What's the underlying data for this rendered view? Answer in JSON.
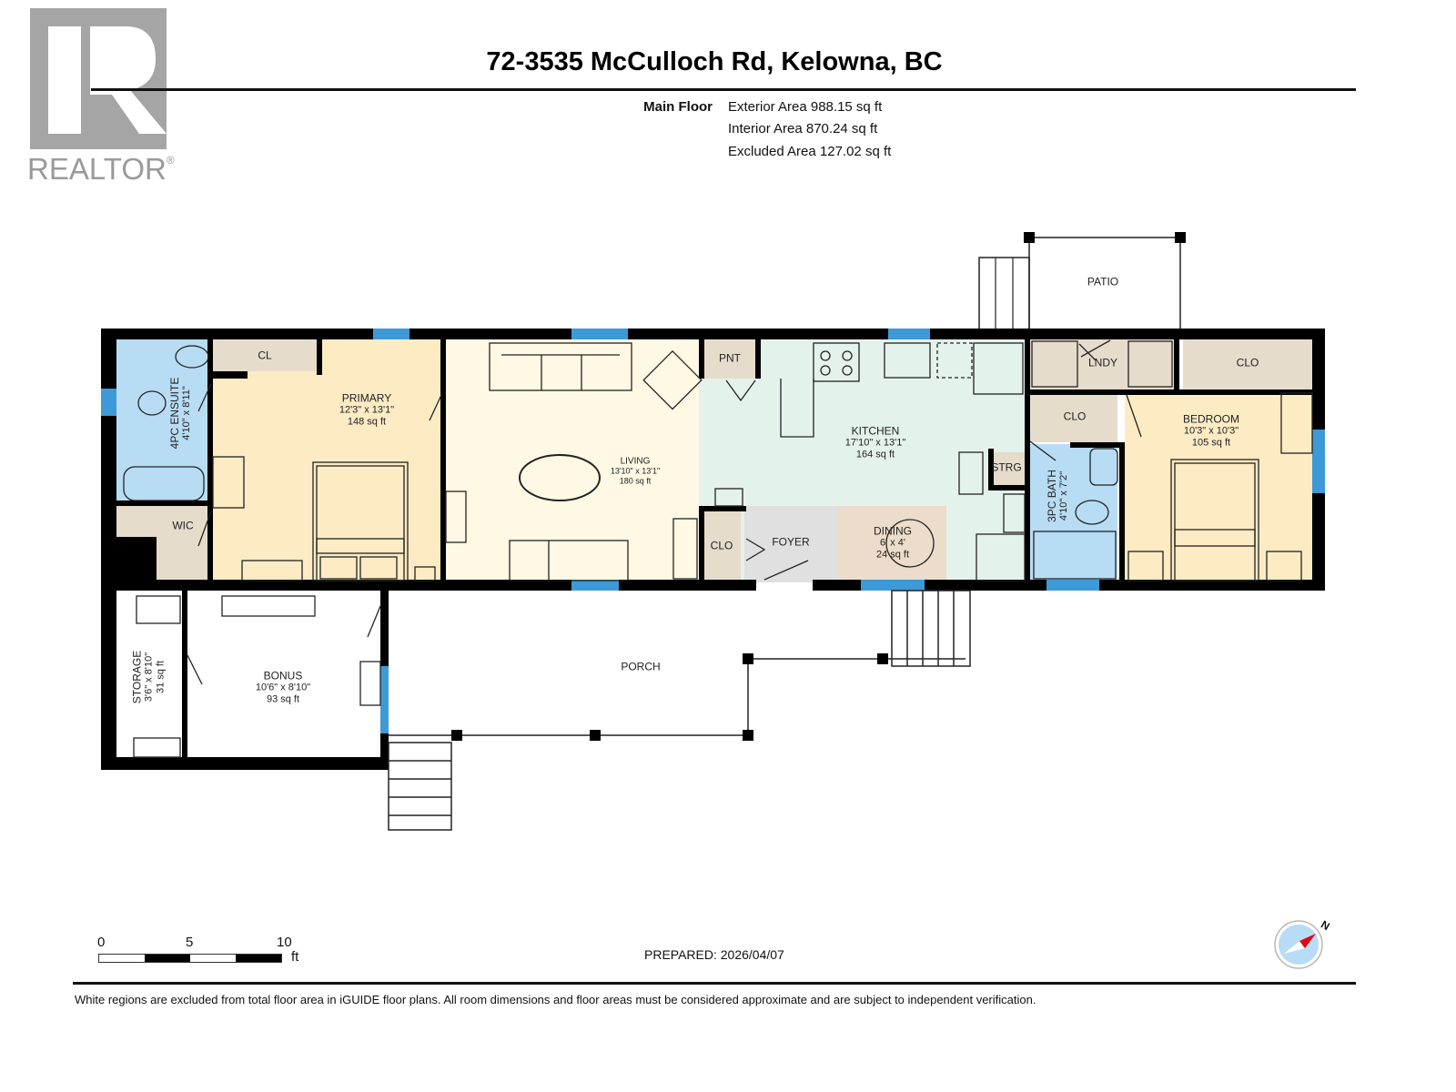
{
  "header": {
    "title": "72-3535 McCulloch Rd, Kelowna, BC",
    "floor_label": "Main Floor",
    "areas": [
      "Exterior Area 988.15 sq ft",
      "Interior Area 870.24 sq ft",
      "Excluded Area 127.02 sq ft"
    ]
  },
  "logo": {
    "text": "REALTOR",
    "mark": "®"
  },
  "rooms": {
    "ensuite": {
      "name": "4PC ENSUITE",
      "dims": "4'10\" x 8'11\""
    },
    "cl": {
      "name": "CL"
    },
    "primary": {
      "name": "PRIMARY",
      "dims": "12'3\" x 13'1\"",
      "area": "148 sq ft"
    },
    "wic": {
      "name": "WIC"
    },
    "living": {
      "name": "LIVING",
      "dims": "13'10\" x 13'1\"",
      "area": "180 sq ft"
    },
    "pnt": {
      "name": "PNT"
    },
    "kitchen": {
      "name": "KITCHEN",
      "dims": "17'10\" x 13'1\"",
      "area": "164 sq ft"
    },
    "strg": {
      "name": "STRG"
    },
    "clo_foyer": {
      "name": "CLO"
    },
    "foyer": {
      "name": "FOYER"
    },
    "dining": {
      "name": "DINING",
      "dims": "6' x 4'",
      "area": "24 sq ft"
    },
    "lndy": {
      "name": "LNDY"
    },
    "clo_hall": {
      "name": "CLO"
    },
    "clo_bedroom": {
      "name": "CLO"
    },
    "bath": {
      "name": "3PC BATH",
      "dims": "4'10\" x 7'2\""
    },
    "bedroom": {
      "name": "BEDROOM",
      "dims": "10'3\" x 10'3\"",
      "area": "105 sq ft"
    },
    "storage": {
      "name": "STORAGE",
      "dims": "3'6\" x 8'10\"",
      "area": "31 sq ft"
    },
    "bonus": {
      "name": "BONUS",
      "dims": "10'6\" x 8'10\"",
      "area": "93 sq ft"
    },
    "porch": {
      "name": "PORCH"
    },
    "patio": {
      "name": "PATIO"
    }
  },
  "colors": {
    "wall": "#000000",
    "window": "#3d9ad6",
    "bath": "#b8dcf4",
    "bedroom": "#fdebc4",
    "living": "#fff8e4",
    "kitchen": "#e4f2ec",
    "closet": "#e6dccc",
    "foyer": "#e0e0e0",
    "dining": "#ecdccb",
    "excluded": "#ffffff"
  },
  "footer": {
    "scale_labels": [
      "0",
      "5",
      "10"
    ],
    "scale_unit": "ft",
    "prepared": "PREPARED: 2026/04/07",
    "compass": "N",
    "disclaimer": "White regions are excluded from total floor area in iGUIDE floor plans. All room dimensions and floor areas must be considered approximate and are subject to independent verification."
  }
}
